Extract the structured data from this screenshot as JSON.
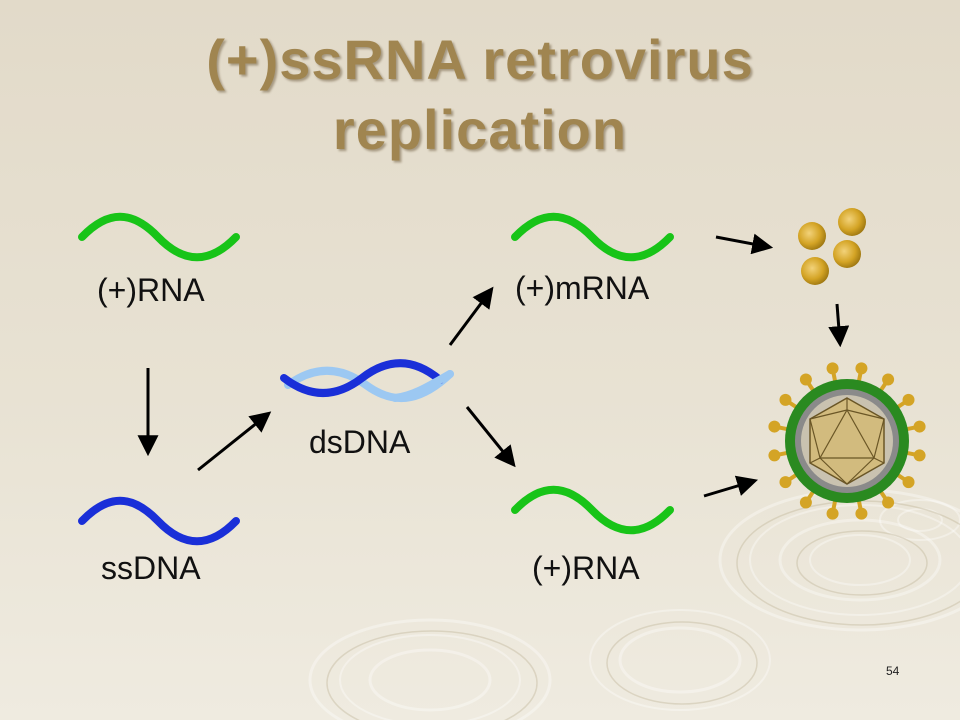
{
  "slide": {
    "title_line1": "(+)ssRNA retrovirus",
    "title_line2": "replication",
    "page_number": "54"
  },
  "nodes": {
    "rna_top": {
      "label": "(+)RNA",
      "color": "#18c418"
    },
    "ssdna": {
      "label": "ssDNA",
      "color": "#1a2fd8"
    },
    "dsdna": {
      "label": "dsDNA",
      "strand1_color": "#1a2fd8",
      "strand2_color": "#9cc8f2"
    },
    "mrna": {
      "label": "(+)mRNA",
      "color": "#18c418"
    },
    "rna_bottom": {
      "label": "(+)RNA",
      "color": "#18c418"
    }
  },
  "colors": {
    "title": "#a08550",
    "protein": "#d4a425",
    "envelope_outer": "#2a8a20",
    "envelope_inner": "#8a8a8a",
    "capsid": "#d2bb7e",
    "arrow": "#000000"
  },
  "icons": [
    "protein-particles-icon",
    "virion-icon"
  ]
}
